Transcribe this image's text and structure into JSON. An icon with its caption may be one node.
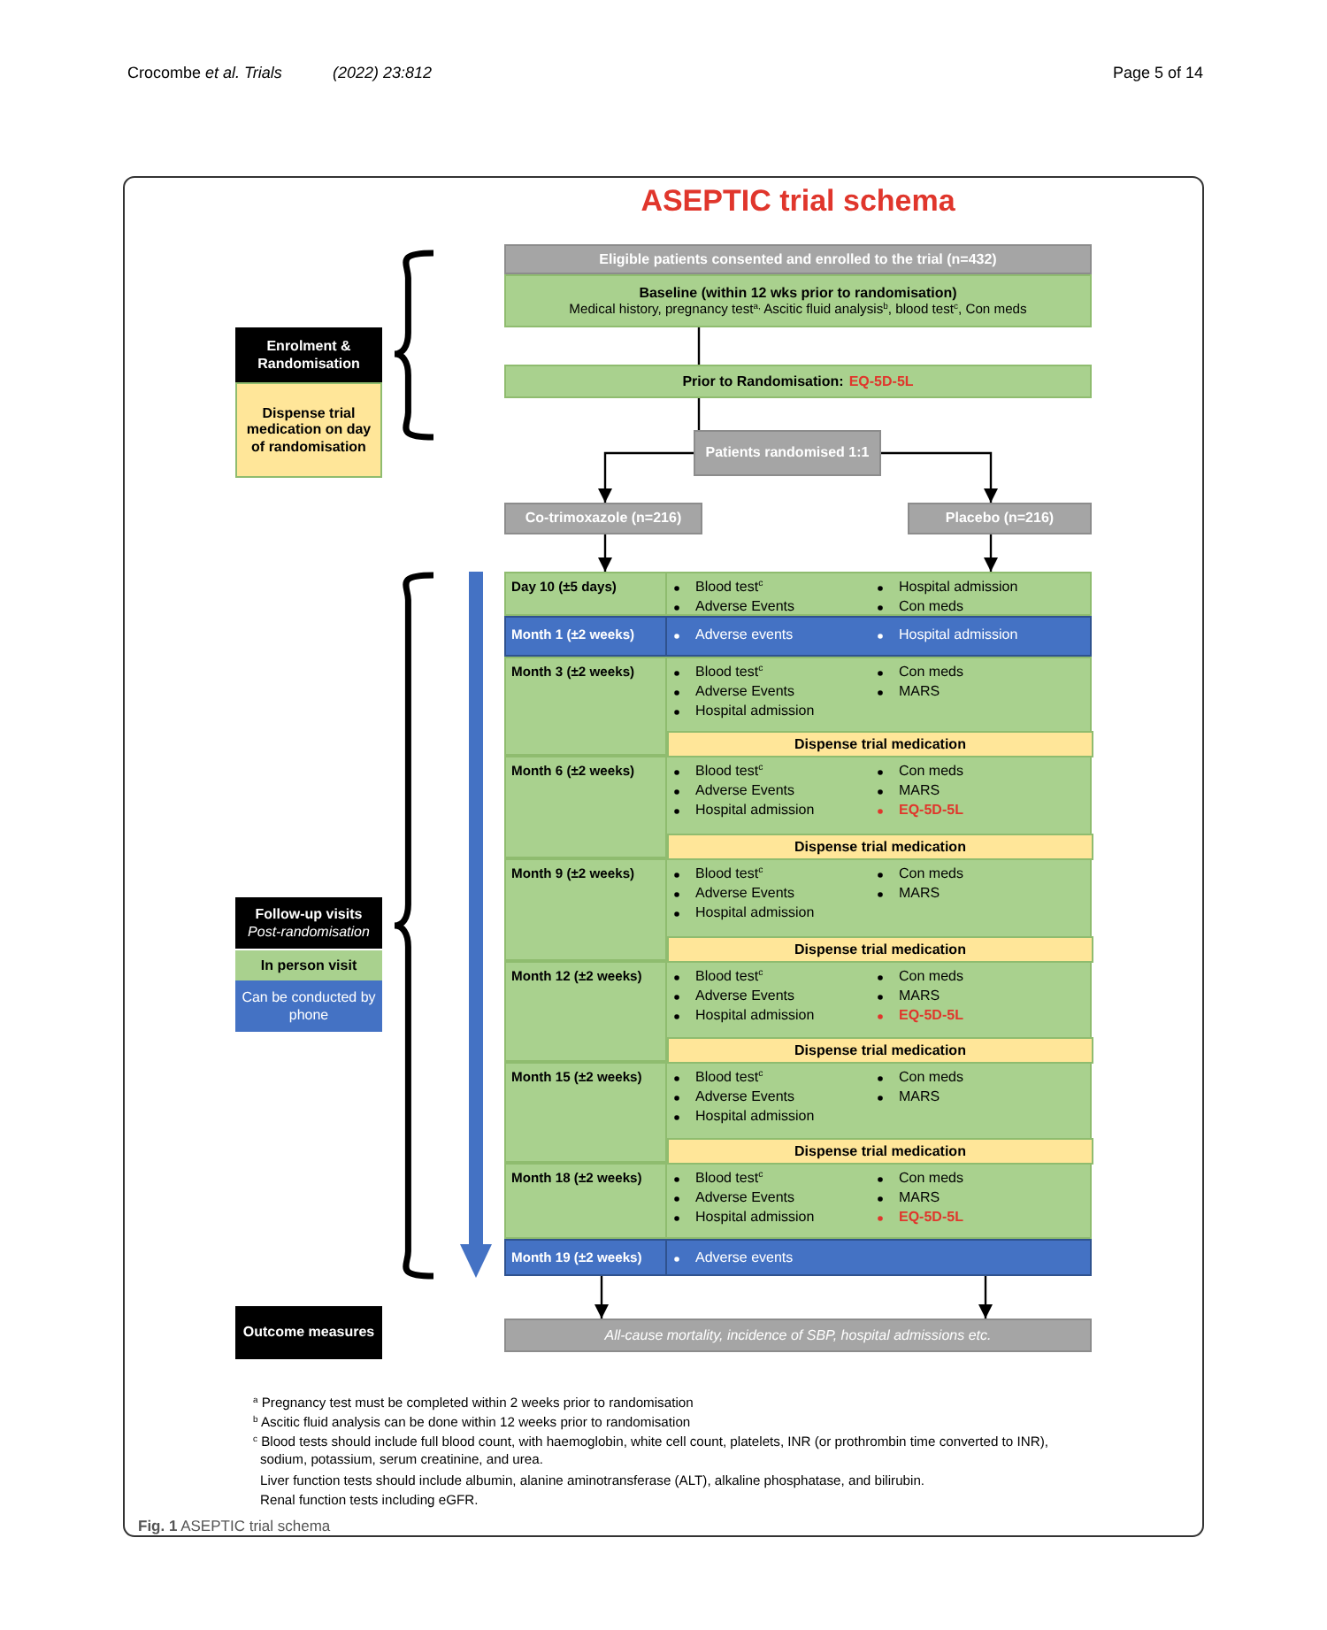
{
  "diagram": {
    "title": "ASEPTIC trial schema",
    "caption": "**Fig. 1** ASEPTIC trial schema",
    "nodes": [
      {
        "text": [
          "Eligible patients consented and enrolled to the trial (n=432)"
        ]
      },
      {
        "text": [
          "Baseline (within 12 wks prior to randomisation)",
          "Medical history, pregnancy test$^{a,}$ Ascitic fluid analysis$^{b}$, blood test$^{c}$, Con meds"
        ]
      },
      {
        "text": [
          "Prior to Randomisation:",
          "EQ-5D-5L"
        ]
      },
      {
        "text": [
          "Patients randomised 1:1"
        ]
      },
      {
        "text": [
          "Co-trimoxazole (n=216)"
        ]
      },
      {
        "text": [
          "Placebo (n=216)"
        ]
      },
      {
        "text": [
          "Day 10 (±5 days)",
          "Blood test$^{c}$",
          "Adverse Events",
          "Hospital admission",
          "Con meds"
        ]
      },
      {
        "text": [
          "Month 1 (±2 weeks)",
          "Adverse events",
          "Hospital admission"
        ]
      },
      {
        "text": [
          "Month 3 (±2 weeks)",
          "Blood test$^{c}$",
          "Adverse Events",
          "Hospital admission",
          "Con meds",
          "MARS"
        ]
      },
      {
        "text": [
          "Dispense trial medication"
        ],
        "in": 8
      },
      {
        "text": [
          "Month 6 (±2 weeks)",
          "Blood test$^{c}$",
          "Adverse Events",
          "Hospital admission",
          "Con meds",
          "MARS",
          "EQ-5D-5L"
        ]
      },
      {
        "text": [
          "Dispense trial medication"
        ],
        "in": 10
      },
      {
        "text": [
          "Month 9 (±2 weeks)",
          "Blood test$^{c}$",
          "Adverse Events",
          "Hospital admission",
          "Con meds",
          "MARS"
        ]
      },
      {
        "text": [
          "Dispense trial medication"
        ],
        "in": 12
      },
      {
        "text": [
          "Month 12 (±2 weeks)",
          "Blood test$^{c}$",
          "Adverse Events",
          "Hospital admission",
          "Con meds",
          "MARS",
          "EQ-5D-5L"
        ]
      },
      {
        "text": [
          "Dispense trial medication"
        ],
        "in": 14
      },
      {
        "text": [
          "Month 15 (±2 weeks)",
          "Blood test$^{c}$",
          "Adverse Events",
          "Hospital admission",
          "Con meds",
          "MARS"
        ]
      },
      {
        "text": [
          "Dispense trial medication"
        ],
        "in": 16
      },
      {
        "text": [
          "Month 18 (±2 weeks)",
          "Blood test$^{c}$",
          "Adverse Events",
          "Hospital admission",
          "Con meds",
          "MARS",
          "EQ-5D-5L"
        ]
      },
      {
        "text": [
          "Month 19 (±2 weeks)",
          "Adverse events"
        ]
      },
      {
        "text": [
          "All-cause mortality, incidence of SBP, hospital admissions etc."
        ]
      },
      {
        "text": [
          "Enrolment & Randomisation"
        ]
      },
      {
        "text": [
          "Dispense trial medication on day of randomisation"
        ]
      },
      {
        "text": [
          "Follow-up visits",
          "Post-randomisation"
        ]
      },
      {
        "text": [
          "Outcome measures"
        ]
      }
    ],
    "edges": [
      {
        "from": 1,
        "to": 2,
        "arrow": "none"
      },
      {
        "from": 2,
        "to": 3,
        "arrow": "none"
      },
      {
        "from": 3,
        "to": 4,
        "arrow": "to"
      },
      {
        "from": 3,
        "to": 5,
        "arrow": "to"
      },
      {
        "from": 4,
        "to": 6,
        "arrow": "to"
      },
      {
        "from": 5,
        "to": 6,
        "arrow": "to"
      },
      {
        "from": 19,
        "to": 20,
        "arrow": "to"
      },
      {
        "from": 19,
        "to": 20,
        "arrow": "to"
      }
    ],
    "labels": [
      "Crocombe *et al. Trials*",
      "(2022) 23:812",
      "Page 5 of 14",
      "$^{a}$ Pregnancy test must be completed within 2 weeks prior to randomisation",
      "$^{b}$ Ascitic fluid analysis can be done within 12 weeks  prior to randomisation",
      "$^{c}$ Blood tests should include full blood count, with haemoglobin, white cell count, platelets, INR (or prothrombin time converted to INR), sodium, potassium, serum creatinine, and urea.",
      "Liver function tests should include albumin, alanine aminotransferase (ALT), alkaline phosphatase, and bilirubin.",
      "Renal function tests  including eGFR."
    ],
    "legend": [
      {
        "text": "In person visit",
        "color": "#a9d18e"
      },
      {
        "text": "Can be conducted by phone",
        "color": "#4472c4"
      }
    ]
  }
}
